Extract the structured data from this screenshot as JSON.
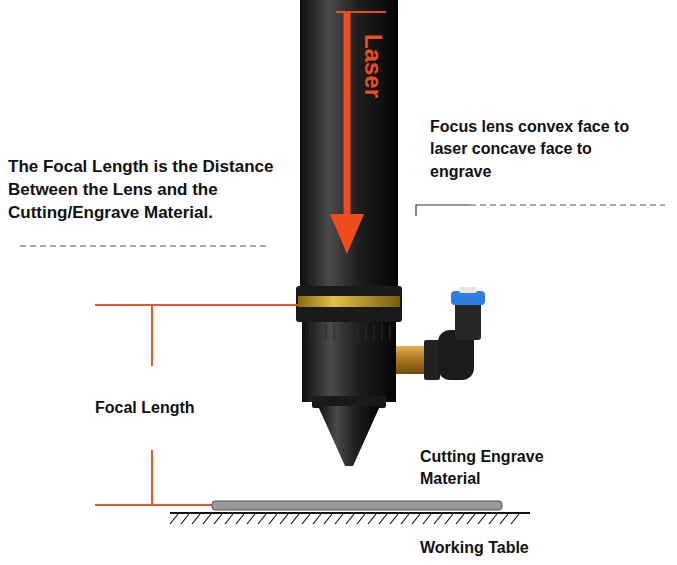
{
  "diagram": {
    "labels": [
      "Laser",
      "Focus lens convex face to laser concave face to engrave",
      "The Focal Length is the Distance Between the Lens and the Cutting/Engrave Material.",
      "Focal Length",
      "Cutting Engrave Material",
      "Working Table"
    ]
  }
}
